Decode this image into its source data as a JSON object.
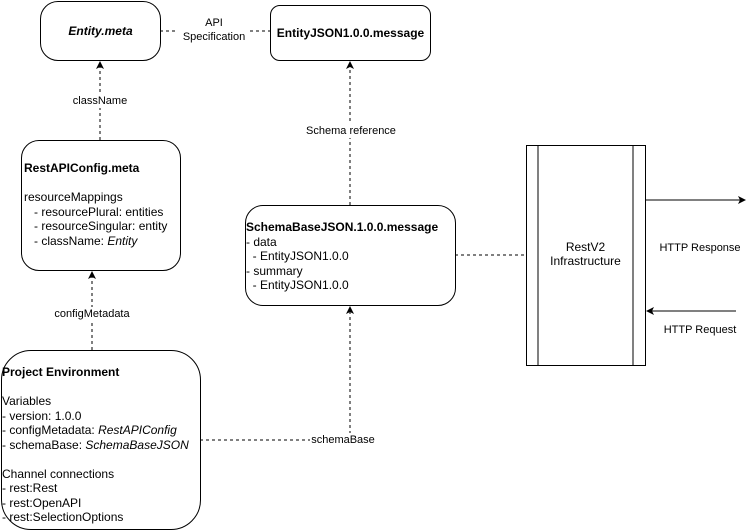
{
  "nodes": {
    "entity_meta": {
      "title": "Entity.meta"
    },
    "entity_json": {
      "title": "EntityJSON1.0.0.message"
    },
    "rest_api_config": {
      "title": "RestAPIConfig.meta",
      "section": "resourceMappings",
      "items": [
        {
          "key": "   - resourcePlural: ",
          "value": "entities"
        },
        {
          "key": "   - resourceSingular: ",
          "value": "entity"
        },
        {
          "key": "   - className: ",
          "value": "Entity"
        }
      ]
    },
    "schema_base": {
      "title": "SchemaBaseJSON.1.0.0.message",
      "lines": [
        "- data",
        "  - EntityJSON1.0.0",
        "- summary",
        "  - EntityJSON1.0.0"
      ]
    },
    "project_env": {
      "title": "Project Environment",
      "variables_heading": "Variables",
      "variables": [
        {
          "key": "- version: ",
          "value": "1.0.0"
        },
        {
          "key": "- configMetadata: ",
          "value": "RestAPIConfig"
        },
        {
          "key": "- schemaBase: ",
          "value": "SchemaBaseJSON"
        }
      ],
      "channels_heading": "Channel connections",
      "channels": [
        "- rest:Rest",
        "- rest:OpenAPI",
        "- rest:SelectionOptions"
      ]
    },
    "restv2": {
      "line1": "RestV2",
      "line2": "Infrastructure"
    }
  },
  "edges": {
    "api_spec": {
      "line1": "API",
      "line2": "Specification"
    },
    "class_name": "className",
    "schema_reference": "Schema reference",
    "config_metadata": "configMetadata",
    "schema_base": "schemaBase",
    "http_response": "HTTP Response",
    "http_request": "HTTP Request"
  }
}
